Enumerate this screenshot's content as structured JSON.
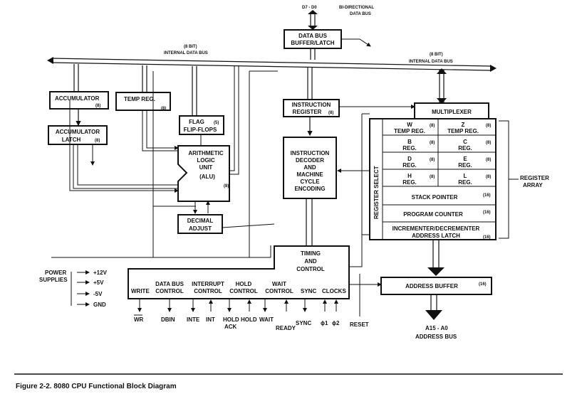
{
  "diagram": {
    "caption": "Figure 2-2. 8080 CPU Functional Block Diagram",
    "data_pins": "D7 - D0",
    "bidir_label_1": "BI-DIRECTIONAL",
    "bidir_label_2": "DATA BUS",
    "bus_left_1": "(8 BIT)",
    "bus_left_2": "INTERNAL DATA BUS",
    "bus_right_1": "(8 BIT)",
    "bus_right_2": "INTERNAL DATA BUS",
    "blocks": {
      "data_bus_buffer": [
        "DATA BUS",
        "BUFFER/LATCH"
      ],
      "accumulator": "ACCUMULATOR",
      "accumulator_8": "(8)",
      "temp_reg": "TEMP REG.",
      "temp_reg_8": "(8)",
      "flag_ff": [
        "FLAG",
        "FLIP-FLOPS"
      ],
      "flag_5": "(5)",
      "acc_latch": [
        "ACCUMULATOR",
        "LATCH"
      ],
      "acc_latch_8": "(8)",
      "alu": [
        "ARITHMETIC",
        "LOGIC",
        "UNIT",
        "(ALU)"
      ],
      "alu_8": "(8)",
      "decimal_adjust": [
        "DECIMAL",
        "ADJUST"
      ],
      "instruction_register": [
        "INSTRUCTION",
        "REGISTER"
      ],
      "instruction_register_8": "(8)",
      "decoder": [
        "INSTRUCTION",
        "DECODER",
        "AND",
        "MACHINE",
        "CYCLE",
        "ENCODING"
      ],
      "multiplexer": "MULTIPLEXER",
      "reg_w": [
        "W",
        "TEMP REG."
      ],
      "reg_z": [
        "Z",
        "TEMP REG."
      ],
      "reg_b": [
        "B",
        "REG."
      ],
      "reg_c": [
        "C",
        "REG."
      ],
      "reg_d": [
        "D",
        "REG."
      ],
      "reg_e": [
        "E",
        "REG."
      ],
      "reg_h": [
        "H",
        "REG."
      ],
      "reg_l": [
        "L",
        "REG."
      ],
      "reg_size": "(8)",
      "register_select": "REGISTER SELECT",
      "stack_pointer": "STACK POINTER",
      "program_counter": "PROGRAM COUNTER",
      "pair_size": "(16)",
      "incrementer": [
        "INCREMENTER/DECREMENTER",
        "ADDRESS LATCH"
      ],
      "register_array": [
        "REGISTER",
        "ARRAY"
      ],
      "timing_control": [
        "TIMING",
        "AND",
        "CONTROL"
      ],
      "address_buffer": "ADDRESS BUFFER",
      "address_buffer_size": "(16)",
      "address_pins": "A15 - A0",
      "address_bus": "ADDRESS BUS"
    },
    "power": {
      "label_1": "POWER",
      "label_2": "SUPPLIES",
      "rails": [
        "+12V",
        "+5V",
        "-5V",
        "GND"
      ]
    },
    "control_groups": {
      "data_bus_control": [
        "DATA BUS",
        "CONTROL"
      ],
      "interrupt_control": [
        "INTERRUPT",
        "CONTROL"
      ],
      "hold_control": [
        "HOLD",
        "CONTROL"
      ],
      "wait_control": [
        "WAIT",
        "CONTROL"
      ],
      "write": "WRITE",
      "sync": "SYNC",
      "clocks": "CLOCKS"
    },
    "pins": {
      "wr": "WR",
      "dbin": "DBIN",
      "inte": "INTE",
      "int": "INT",
      "hold_ack": [
        "HOLD",
        "ACK"
      ],
      "hold": "HOLD",
      "wait": "WAIT",
      "ready": "READY",
      "sync": "SYNC",
      "phi1": "ϕ1",
      "phi2": "ϕ2",
      "reset": "RESET"
    }
  }
}
